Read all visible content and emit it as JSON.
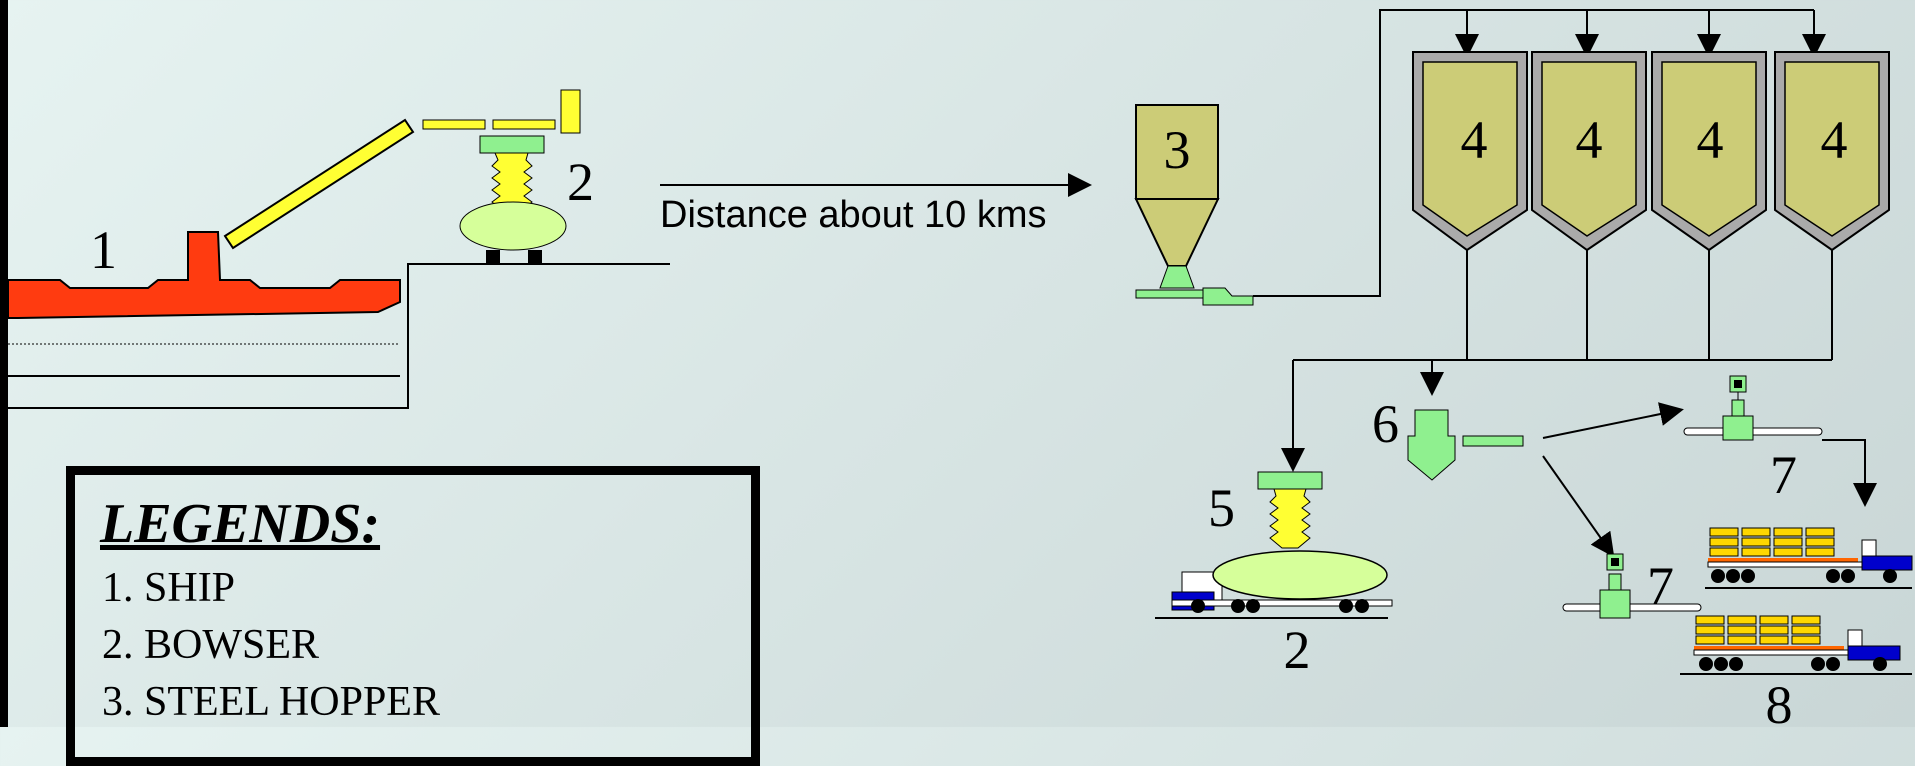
{
  "diagram": {
    "distance_label": "Distance about 10 kms",
    "labels": {
      "ship": "1",
      "bowser_top": "2",
      "steel_hopper": "3",
      "silo_1": "4",
      "silo_2": "4",
      "silo_3": "4",
      "silo_4": "4",
      "loader": "5",
      "bagger": "6",
      "conveyor_top": "7",
      "conveyor_bottom": "7",
      "bowser_bottom": "2",
      "trucks": "8"
    }
  },
  "legend": {
    "title": "LEGENDS:",
    "items": [
      "1. SHIP",
      "2. BOWSER",
      "3. STEEL HOPPER"
    ]
  },
  "colors": {
    "ship": "#ff3b10",
    "boom": "#ffff33",
    "green": "#8ff08f",
    "light_green": "#d6ff9a",
    "silo": "#cccc77",
    "truck_blue": "#0000cc",
    "bag_yellow": "#ffd700"
  }
}
